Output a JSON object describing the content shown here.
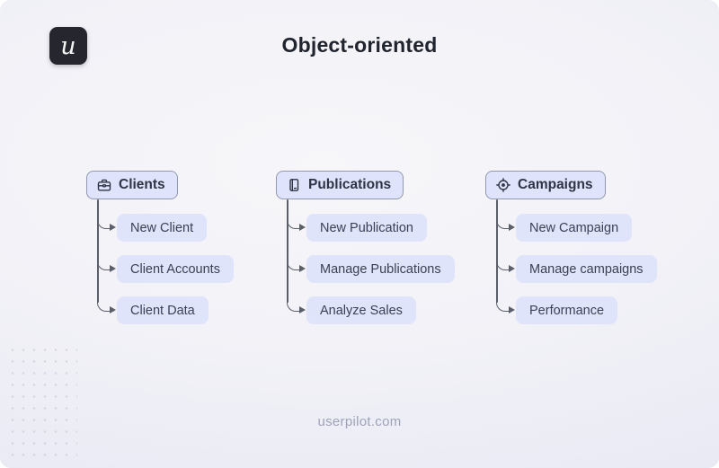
{
  "page": {
    "title": "Object-oriented",
    "footer": "userpilot.com",
    "logo_letter": "u"
  },
  "colors": {
    "node_fill": "#e0e4fb",
    "parent_border": "#9298ad",
    "connector": "#5a5f6a",
    "text": "#2f3545",
    "background": "#f1f1f7",
    "logo_bg": "#26262e"
  },
  "trees": [
    {
      "label": "Clients",
      "icon": "briefcase-icon",
      "children": [
        "New Client",
        "Client Accounts",
        "Client Data"
      ]
    },
    {
      "label": "Publications",
      "icon": "book-icon",
      "children": [
        "New Publication",
        "Manage Publications",
        "Analyze Sales"
      ]
    },
    {
      "label": "Campaigns",
      "icon": "target-icon",
      "children": [
        "New Campaign",
        "Manage campaigns",
        "Performance"
      ]
    }
  ]
}
